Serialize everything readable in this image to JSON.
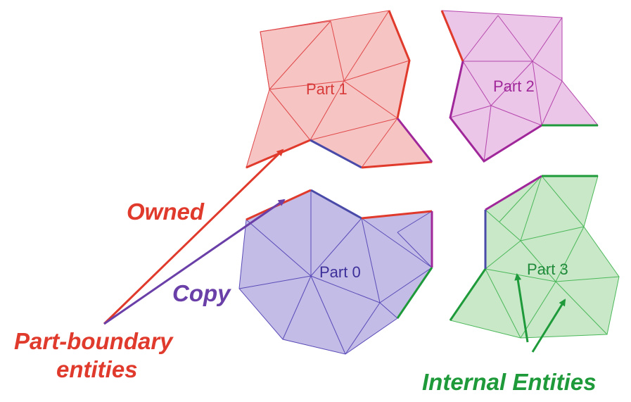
{
  "parts": [
    {
      "id": "part1",
      "label": "Part 1"
    },
    {
      "id": "part2",
      "label": "Part 2"
    },
    {
      "id": "part0",
      "label": "Part 0"
    },
    {
      "id": "part3",
      "label": "Part 3"
    }
  ],
  "callouts": {
    "owned": "Owned",
    "copy": "Copy",
    "part_boundary_line1": "Part-boundary",
    "part_boundary_line2": "entities",
    "internal": "Internal Entities"
  },
  "colors": {
    "red": "#e03a2c",
    "purple": "#6a3fa8",
    "green": "#1e9a3a",
    "magenta": "#a0279a",
    "blue_edge": "#4a4aa8",
    "part1_fill": "#f6c4c2",
    "part1_line": "#e0484a",
    "part2_fill": "#ecc6e8",
    "part2_line": "#b445ac",
    "part0_fill": "#c3bce6",
    "part0_line": "#5a4cb8",
    "part3_fill": "#c8e8c8",
    "part3_line": "#4cb85a"
  }
}
